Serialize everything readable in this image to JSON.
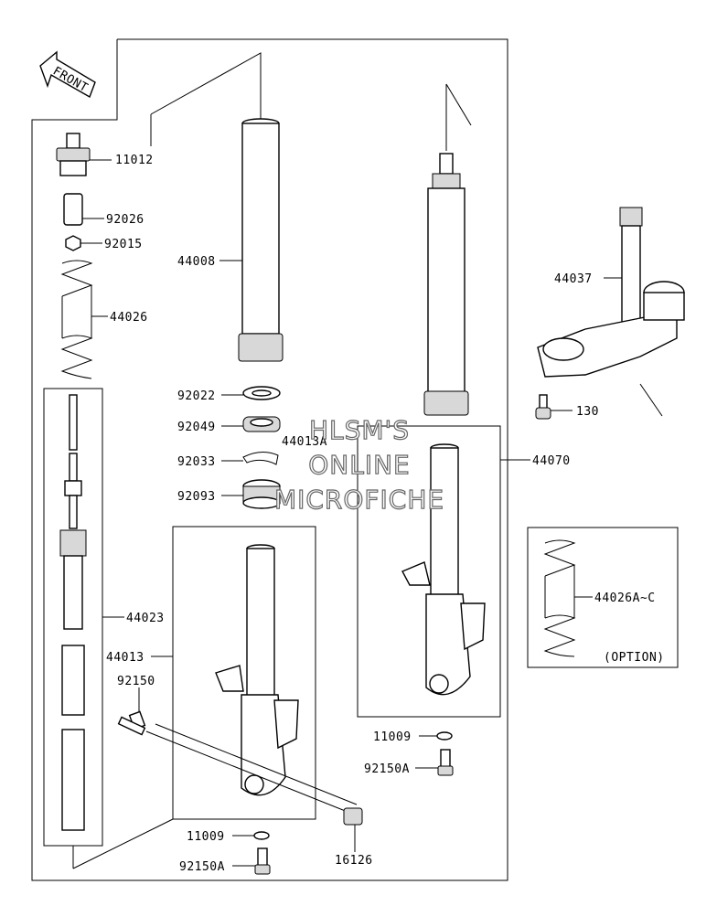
{
  "front_arrow": {
    "label": "FRONT"
  },
  "labels": {
    "p11012": "11012",
    "p92026": "92026",
    "p92015": "92015",
    "p44026": "44026",
    "p44008": "44008",
    "p44037": "44037",
    "p130": "130",
    "p92022": "92022",
    "p92049": "92049",
    "p44013a": "44013A",
    "p92033": "92033",
    "p92093": "92093",
    "p44070": "44070",
    "p44023": "44023",
    "p44013": "44013",
    "p92150": "92150",
    "p44026ac": "44026A~C",
    "option": "(OPTION)",
    "p11009_right": "11009",
    "p92150a_right": "92150A",
    "p11009_left": "11009",
    "p92150a_left": "92150A",
    "p16126": "16126"
  },
  "watermark": {
    "line1": "HLSM'S",
    "line2": "ONLINE",
    "line3": "MICROFICHE"
  }
}
